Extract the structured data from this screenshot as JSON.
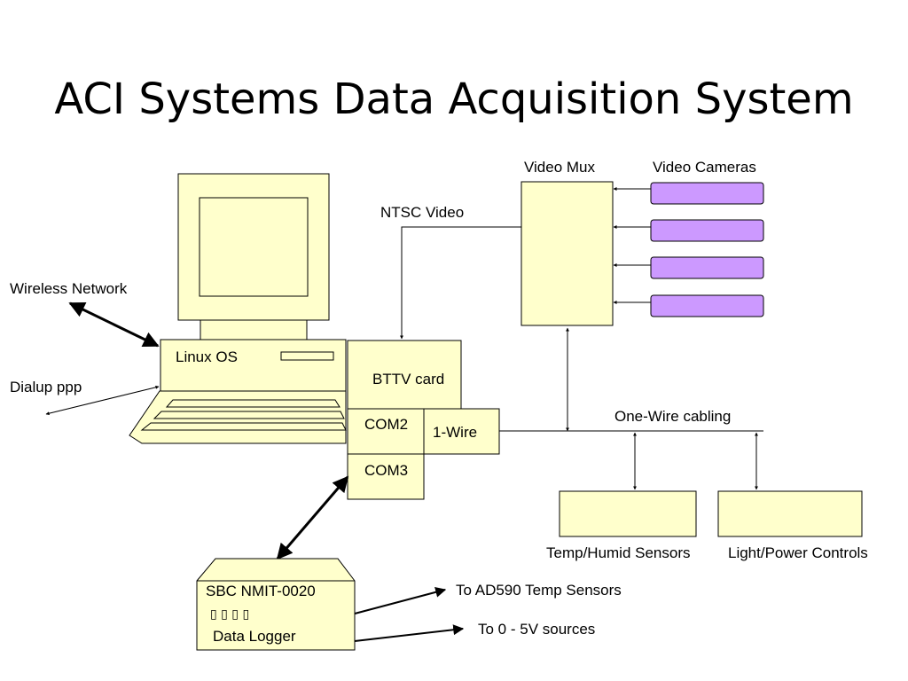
{
  "title": "ACI Systems Data Acquisition System",
  "labels": {
    "video_mux": "Video Mux",
    "video_cameras": "Video Cameras",
    "ntsc_video": "NTSC  Video",
    "wireless_network": "Wireless Network",
    "dialup_ppp": "Dialup ppp",
    "linux_os": "Linux OS",
    "bttv_card": "BTTV card",
    "com2": "COM2",
    "one_wire": "1-Wire",
    "com3": "COM3",
    "one_wire_cabling": "One-Wire cabling",
    "temp_humid_sensors": "Temp/Humid Sensors",
    "light_power_controls": "Light/Power Controls",
    "sbc": "SBC  NMIT-0020",
    "sbc_glyphs": "▯ ▯ ▯ ▯",
    "data_logger": "Data Logger",
    "to_ad590": "To AD590 Temp Sensors",
    "to_0_5v": "To 0 - 5V sources"
  },
  "colors": {
    "box_fill": "#ffffcc",
    "camera_fill": "#cc99ff",
    "stroke": "#000000"
  }
}
